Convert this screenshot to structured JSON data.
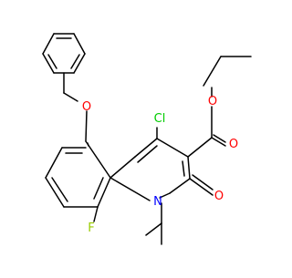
{
  "molecule": {
    "atom_labels": {
      "oxygen_benzyl_ether": "O",
      "oxygen_ester_single": "O",
      "oxygen_ester_carbonyl": "O",
      "oxygen_pyridone_carbonyl": "O",
      "chlorine": "Cl",
      "nitrogen": "N",
      "fluorine": "F"
    },
    "colors": {
      "bond": "#000000",
      "oxygen": "#ff0000",
      "nitrogen": "#0000ff",
      "chlorine": "#00cc00",
      "fluorine": "#99cc00"
    }
  }
}
